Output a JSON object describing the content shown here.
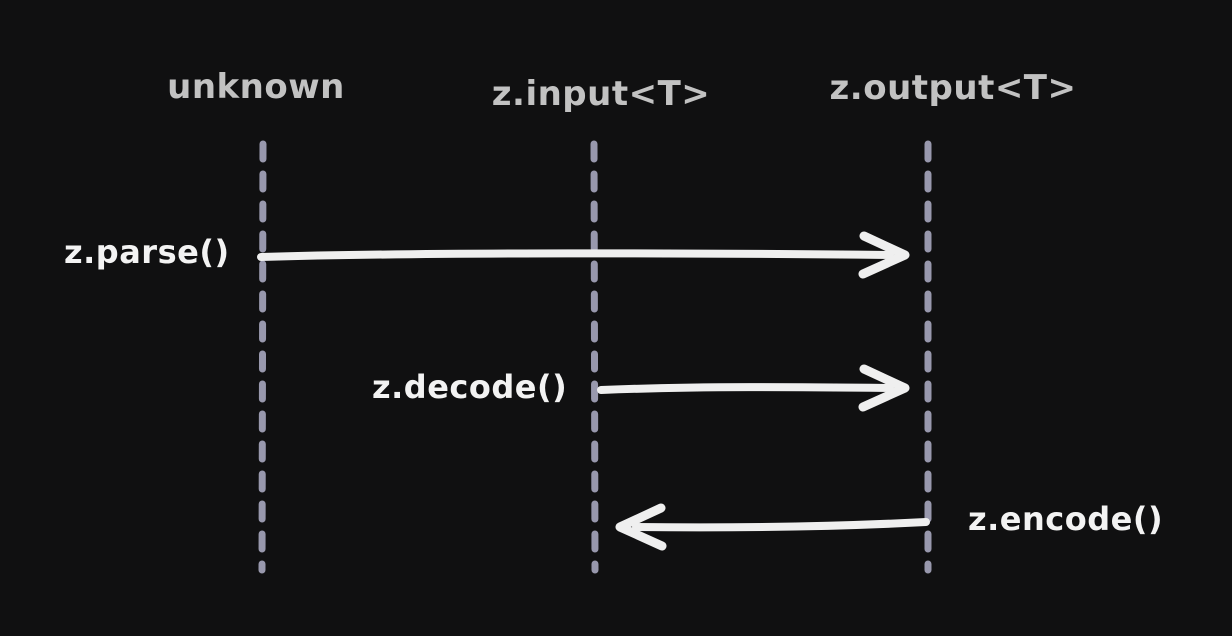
{
  "diagram": {
    "type": "sequence-diagram",
    "style": "hand-drawn",
    "colors": {
      "background": "#101011",
      "lifeline": "#9898ad",
      "arrow": "#efefef",
      "message_label": "#f3f3f3",
      "lifeline_label": "#c2c2c2"
    },
    "lifelines": [
      {
        "label": "unknown"
      },
      {
        "label": "z.input<T>"
      },
      {
        "label": "z.output<T>"
      }
    ],
    "messages": [
      {
        "label": "z.parse()",
        "from": "unknown",
        "to": "z.output<T>",
        "direction": "right"
      },
      {
        "label": "z.decode()",
        "from": "z.input<T>",
        "to": "z.output<T>",
        "direction": "right"
      },
      {
        "label": "z.encode()",
        "from": "z.output<T>",
        "to": "z.input<T>",
        "direction": "left"
      }
    ]
  }
}
